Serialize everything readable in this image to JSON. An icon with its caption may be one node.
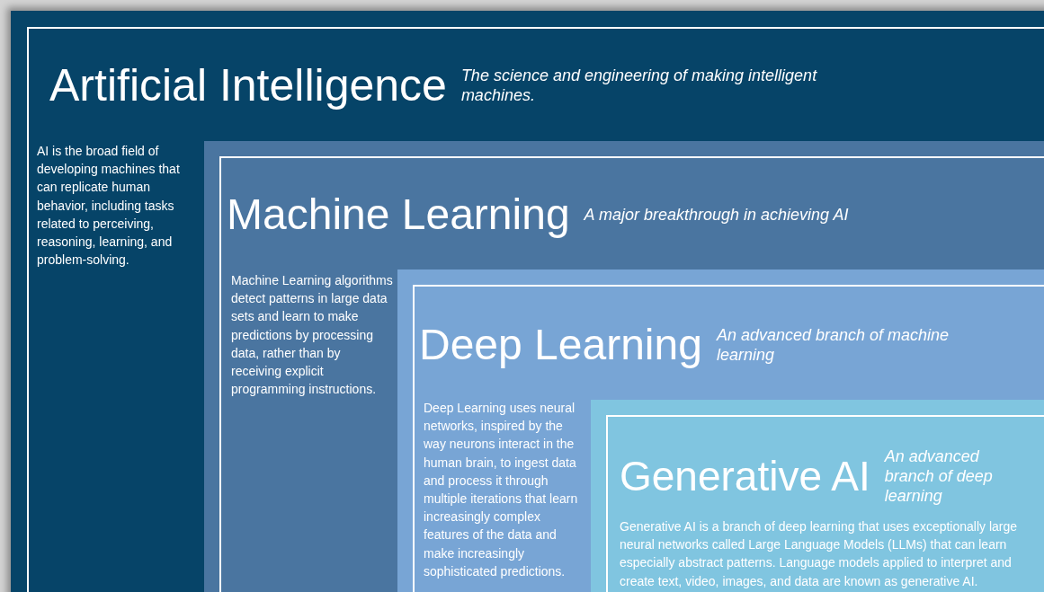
{
  "diagram": {
    "nodes": [
      {
        "text": [
          "Artificial Intelligence",
          "The science and engineering of making intelligent machines.",
          "AI is the broad field of developing machines that can replicate human behavior, including tasks related to perceiving, reasoning, learning, and problem-solving."
        ]
      },
      {
        "text": [
          "Machine Learning",
          "A major breakthrough in achieving AI",
          "Machine Learning algorithms detect patterns in large data sets and learn to make predictions by processing data, rather than by receiving explicit programming instructions."
        ],
        "in": 0
      },
      {
        "text": [
          "Deep Learning",
          "An advanced branch of machine learning",
          "Deep Learning uses neural networks, inspired by the way neurons interact in the human brain, to ingest data and process it through multiple iterations that learn increasingly complex features of the data and make increasingly sophisticated predictions."
        ],
        "in": 1
      },
      {
        "text": [
          "Generative AI",
          "An advanced branch of deep learning",
          "Generative AI is a branch of deep learning that uses exceptionally large neural networks called Large Language Models (LLMs) that can learn especially abstract patterns. Language models applied to interpret and create text, video, images, and data are known as generative AI."
        ],
        "in": 2
      }
    ]
  }
}
